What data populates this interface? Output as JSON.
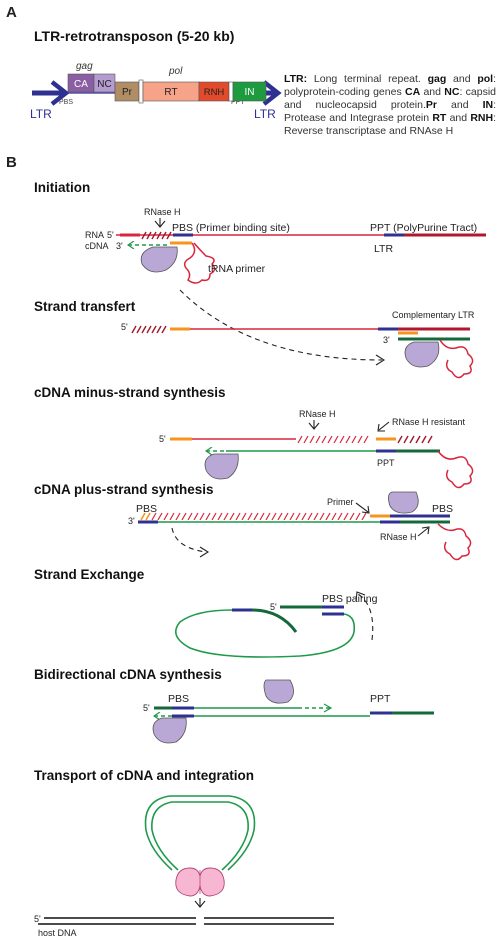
{
  "panel_a": {
    "letter": "A",
    "title": "LTR-retrotransposon (5-20 kb)",
    "ltr_left": "LTR",
    "ltr_right": "LTR",
    "pbs": "PBS",
    "ppt": "PPT",
    "gag": "gag",
    "pol": "pol",
    "genes": {
      "ca": "CA",
      "nc": "NC",
      "pr": "Pr",
      "rt": "RT",
      "rnh": "RNH",
      "in": "IN"
    },
    "legend": {
      "ltr_b": "LTR:",
      "ltr_t": " Long terminal repeat. ",
      "gag_b": "gag",
      "and1": " and ",
      "pol_b": "pol",
      "poly_t": ": polyprotein-coding genes ",
      "ca_b": "CA",
      "and2": " and ",
      "nc_b": "NC",
      "capsid_t": ": capsid and nucleocapsid protein.",
      "pr_b": "Pr",
      "and3": " and ",
      "in_b": "IN",
      "prot_t": ": Protease and Integrase protein ",
      "rt_b": "RT",
      "and4": " and ",
      "rnh_b": "RNH",
      "rev_t": ": Reverse transcriptase and RNAse H"
    }
  },
  "panel_b": {
    "letter": "B",
    "initiation": {
      "title": "Initiation",
      "rnase_h": "RNase H",
      "pbs_label": "PBS (Primer binding site)",
      "ppt_label": "PPT (PolyPurine Tract)",
      "ltr": "LTR",
      "rna": "RNA",
      "cdna": "cDNA",
      "five": "5'",
      "three": "3'",
      "trna": "tRNA primer"
    },
    "strand_transfer": {
      "title": "Strand transfert",
      "complementary": "Complementary LTR",
      "five": "5'",
      "three": "3'"
    },
    "minus_strand": {
      "title": "cDNA minus-strand synthesis",
      "rnase_h": "RNase H",
      "resistant": "RNase H resistant",
      "ppt": "PPT",
      "five": "5'"
    },
    "plus_strand": {
      "title": "cDNA plus-strand synthesis",
      "pbs_left": "PBS",
      "pbs_right": "PBS",
      "primer": "Primer",
      "rnase_h": "RNase H",
      "three": "3'"
    },
    "exchange": {
      "title": "Strand Exchange",
      "pbs_pairing": "PBS pairing",
      "five": "5'"
    },
    "bidirectional": {
      "title": "Bidirectional cDNA synthesis",
      "pbs": "PBS",
      "ppt": "PPT",
      "five": "5'"
    },
    "transport": {
      "title": "Transport of cDNA and integration",
      "five": "5'",
      "host": "host DNA"
    }
  },
  "colors": {
    "ltr_blue": "#2e3192",
    "rna_red": "#d7263d",
    "cdna_green": "#1f9a4a",
    "dark_green": "#14693a",
    "orange": "#f7941d",
    "rt_purple": "#b9a7d6",
    "integrase_pink": "#f7b6d2"
  }
}
